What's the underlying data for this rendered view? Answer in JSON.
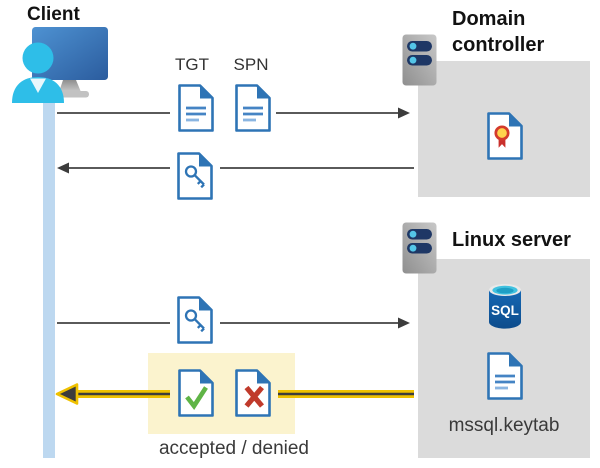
{
  "client": {
    "label": "Client"
  },
  "domain_controller": {
    "label": "Domain controller"
  },
  "linux_server": {
    "label": "Linux server",
    "sql_badge": "SQL",
    "keytab_label": "mssql.keytab"
  },
  "messages": {
    "ticket_request": {
      "from": "client",
      "to": "domain_controller",
      "doc_labels": [
        "TGT",
        "SPN"
      ]
    },
    "ticket_response": {
      "from": "domain_controller",
      "to": "client",
      "doc": "key-document"
    },
    "service_request": {
      "from": "client",
      "to": "linux_server",
      "doc": "key-document"
    },
    "service_response": {
      "from": "linux_server",
      "to": "client",
      "caption": "accepted / denied",
      "docs": [
        "accepted-document",
        "denied-document"
      ],
      "highlighted": true
    }
  },
  "colors": {
    "document_blue": "#2E74B5",
    "lifeline_blue": "#BDD8F0",
    "panel_gray": "#DBDBDB",
    "highlight_yellow": "#FBF3CE",
    "arrow_gray": "#5A5A5A",
    "arrow_gold": "#EFC100",
    "check_green": "#5FB446",
    "cross_red": "#C03A2B",
    "sql_blue": "#1261AE",
    "person_cyan": "#2EBEE8"
  }
}
